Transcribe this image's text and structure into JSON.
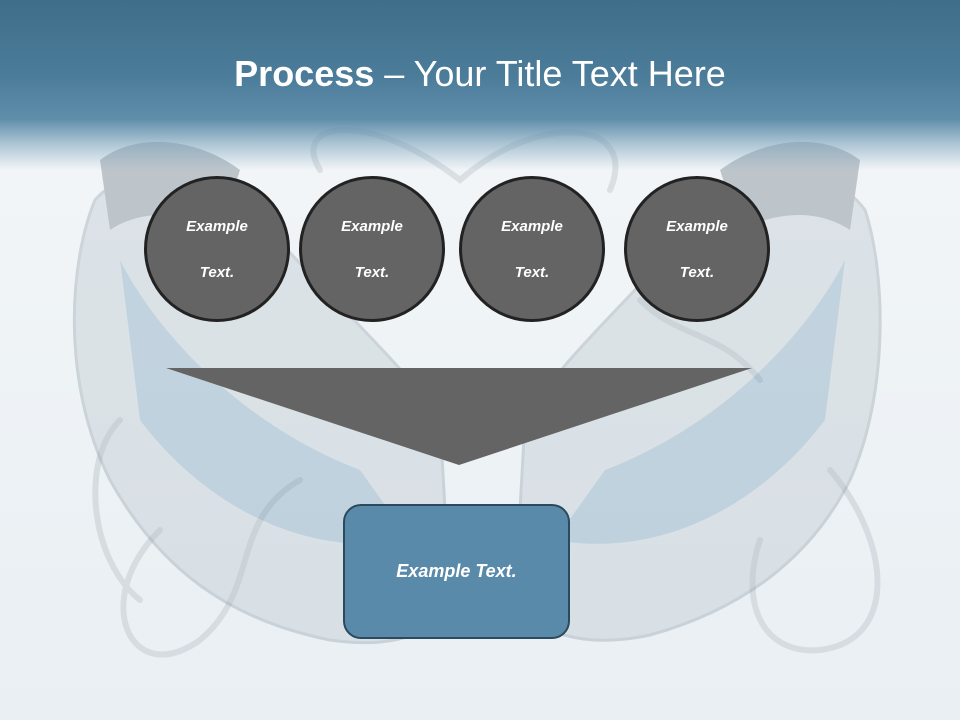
{
  "title": {
    "bold": "Process",
    "rest": " – Your Title Text Here"
  },
  "circles": [
    {
      "line1": "Example",
      "line2": "Text."
    },
    {
      "line1": "Example",
      "line2": "Text."
    },
    {
      "line1": "Example",
      "line2": "Text."
    },
    {
      "line1": "Example",
      "line2": "Text."
    }
  ],
  "result_box": {
    "label": "Example Text."
  },
  "colors": {
    "header": "#4b7c99",
    "circle_fill": "#646464",
    "funnel_fill": "#646464",
    "box_fill": "#5a8aaa"
  },
  "background_image": "faded-running-shoes-illustration"
}
